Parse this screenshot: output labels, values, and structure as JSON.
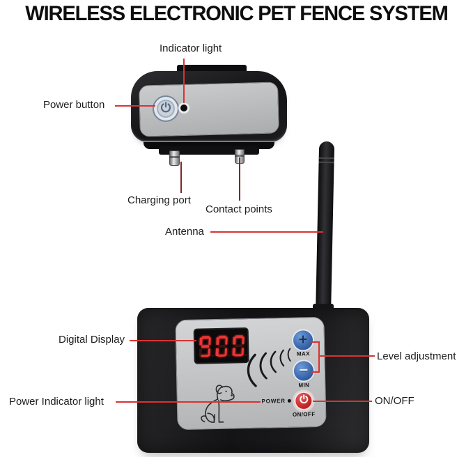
{
  "title": "WIRELESS ELECTRONIC PET FENCE SYSTEM",
  "annotations": {
    "indicator_light": "Indicator light",
    "power_button": "Power button",
    "charging_port": "Charging port",
    "contact_points": "Contact points",
    "antenna": "Antenna",
    "digital_display": "Digital Display",
    "level_adjustment": "Level adjustment",
    "power_indicator_light": "Power Indicator light",
    "on_off": "ON/OFF"
  },
  "collar": {
    "icons": {
      "power_button": "power-icon",
      "indicator_light": "led-indicator-icon",
      "charging_pins": "charging-pin-icon"
    }
  },
  "transmitter": {
    "display_value": "900",
    "display_digits": [
      "9",
      "0",
      "0"
    ],
    "buttons": {
      "increase": {
        "glyph": "+",
        "label": "MAX",
        "icon": "plus-icon"
      },
      "decrease": {
        "glyph": "−",
        "label": "MIN",
        "icon": "minus-icon"
      },
      "power": {
        "label": "ON/OFF",
        "icon": "power-icon"
      }
    },
    "power_indicator_label": "POWER",
    "icons": {
      "signal_waves": "signal-waves-icon",
      "dog": "dog-icon",
      "antenna": "antenna"
    }
  },
  "colors": {
    "annotation_line": "#d93331",
    "annotation_line_dark": "#7c2a28",
    "seg_on": "#ef3434",
    "seg_off": "rgba(160,40,36,0.30)",
    "button_blue": "#3a67ad",
    "button_red": "#c22727",
    "label_text": "#1c1c1c"
  }
}
